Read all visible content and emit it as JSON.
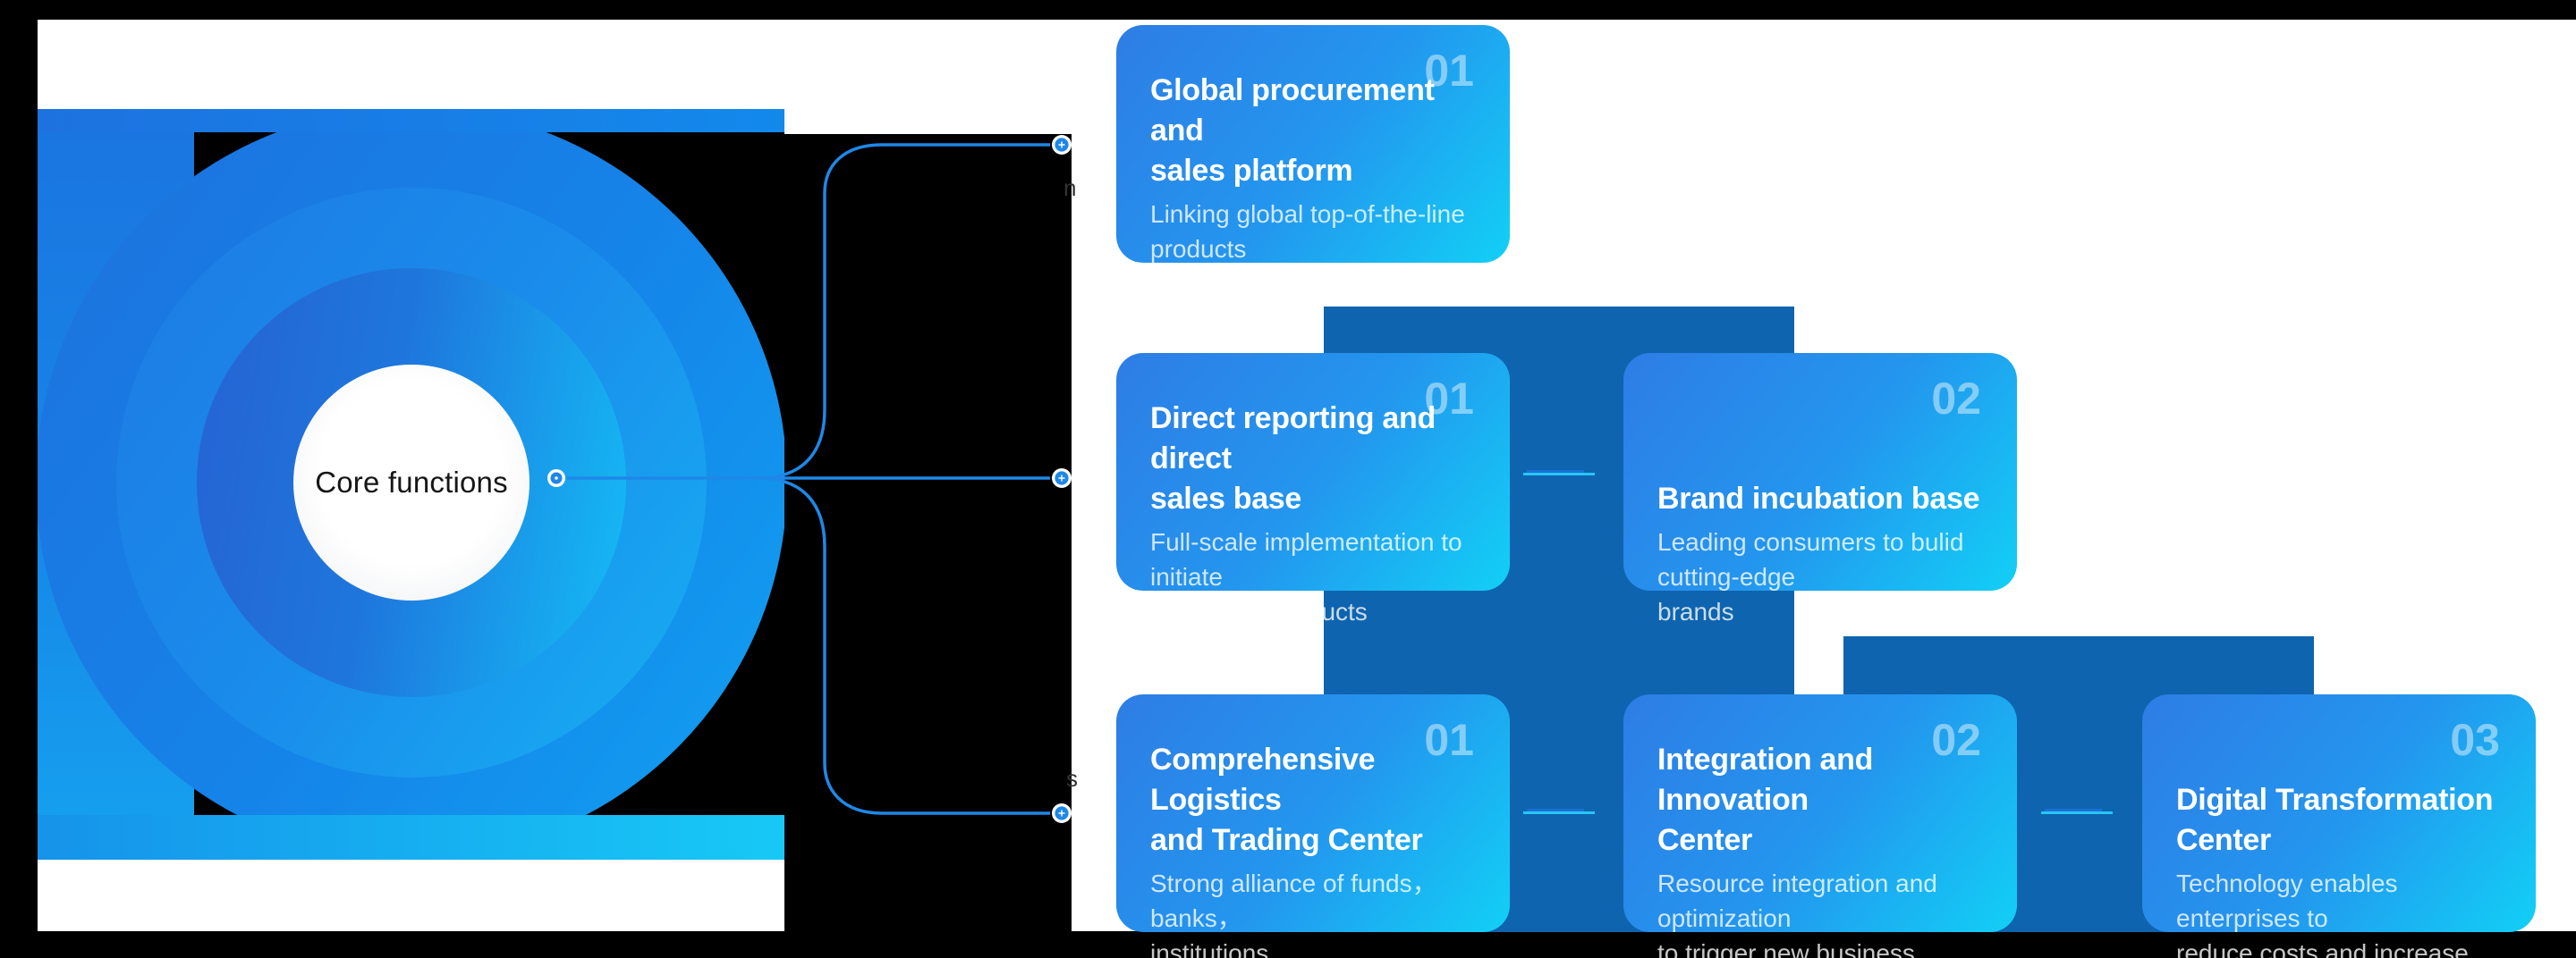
{
  "hero": {
    "core_label": "Core functions"
  },
  "connector": {
    "fragments": [
      "n",
      "s"
    ]
  },
  "cards": [
    {
      "number": "01",
      "title": "Global procurement and\nsales platform",
      "desc": "Linking global top-of-the-line products"
    },
    {
      "number": "01",
      "title": "Direct reporting and direct\nsales base",
      "desc": "Full-scale implementation to initiate\ntop-selling  products"
    },
    {
      "number": "02",
      "title": "Brand incubation base",
      "desc": "Leading consumers to bulid cutting-edge\nbrands"
    },
    {
      "number": "01",
      "title": "Comprehensive Logistics\nand Trading Center",
      "desc": "Strong alliance of funds，banks，\ninstitutions"
    },
    {
      "number": "02",
      "title": "Integration and Innovation\nCenter",
      "desc": "Resource integration and optimization\nto trigger new business opportunities"
    },
    {
      "number": "03",
      "title": "Digital Transformation\nCenter",
      "desc": "Technology enables enterprises to\nreduce costs and increase efficiency"
    }
  ],
  "colors": {
    "accent_blue": "#1e88e8",
    "accent_cyan": "#27c6f6",
    "backing_blue": "#0e64ae",
    "card_gradient_start": "#2e7de5",
    "card_gradient_end": "#12d0f6",
    "frame_black": "#000000"
  }
}
